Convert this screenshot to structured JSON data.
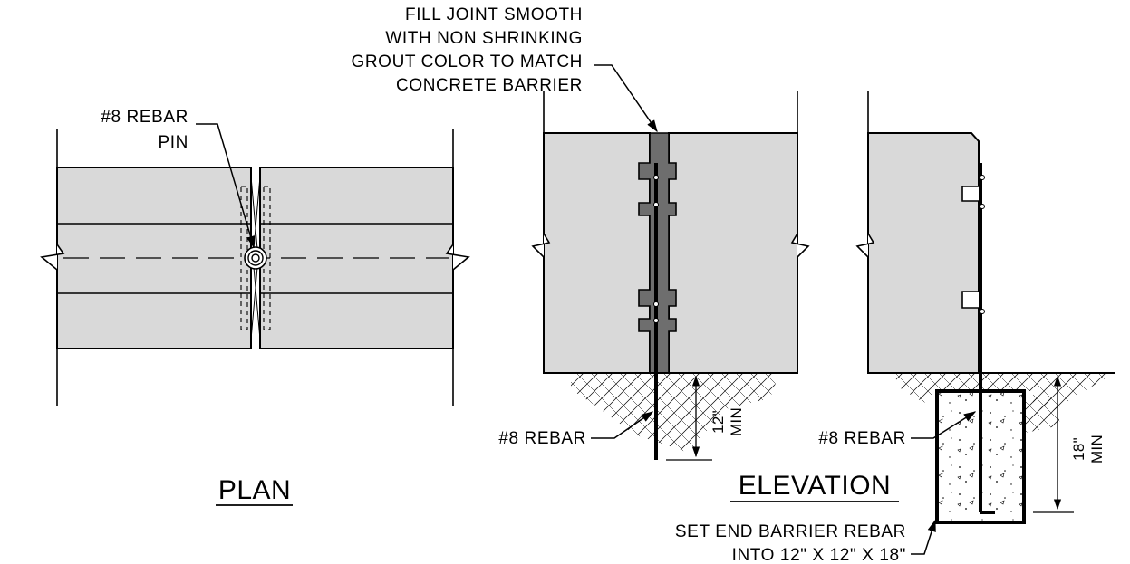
{
  "colors": {
    "barrier_fill": "#d9d9d9",
    "grout_fill": "#6e6e6e",
    "line": "#000000",
    "background": "#ffffff"
  },
  "labels": {
    "grout_note": [
      "FILL JOINT SMOOTH",
      "WITH NON SHRINKING",
      "GROUT COLOR TO MATCH",
      "CONCRETE BARRIER"
    ],
    "rebar_pin_note": [
      "#8 REBAR",
      "PIN"
    ],
    "rebar_left": "#8 REBAR",
    "rebar_right": "#8 REBAR",
    "end_barrier_note": [
      "SET END BARRIER REBAR",
      "INTO 12\" X 12\" X 18\""
    ]
  },
  "dimensions": {
    "embed_depth": {
      "value": "12\"",
      "qualifier": "MIN"
    },
    "footing_depth": {
      "value": "18\"",
      "qualifier": "MIN"
    }
  },
  "titles": {
    "plan": "PLAN",
    "elevation": "ELEVATION"
  }
}
